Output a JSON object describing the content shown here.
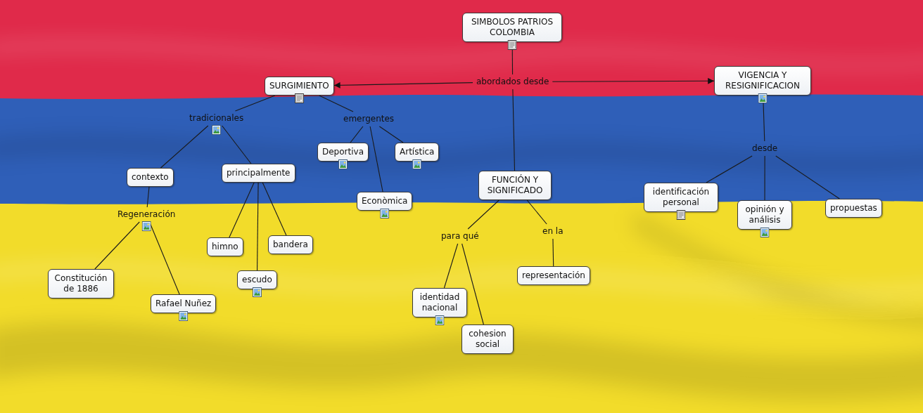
{
  "diagram": {
    "nodes": [
      {
        "text": [
          "SIMBOLOS PATRIOS COLOMBIA"
        ]
      },
      {
        "text": [
          "abordados desde"
        ]
      },
      {
        "text": [
          "SURGIMIENTO"
        ]
      },
      {
        "text": [
          "VIGENCIA Y RESIGNIFICACION"
        ]
      },
      {
        "text": [
          "tradicionales"
        ]
      },
      {
        "text": [
          "emergentes"
        ]
      },
      {
        "text": [
          "Deportiva"
        ]
      },
      {
        "text": [
          "Artística"
        ]
      },
      {
        "text": [
          "contexto"
        ]
      },
      {
        "text": [
          "principalmente"
        ]
      },
      {
        "text": [
          "FUNCIÓN Y SIGNIFICADO"
        ]
      },
      {
        "text": [
          "desde"
        ]
      },
      {
        "text": [
          "identificación personal"
        ]
      },
      {
        "text": [
          "Econòmica"
        ]
      },
      {
        "text": [
          "opinión y análisis"
        ]
      },
      {
        "text": [
          "propuestas"
        ]
      },
      {
        "text": [
          "Regeneración"
        ]
      },
      {
        "text": [
          "para qué"
        ]
      },
      {
        "text": [
          "en la"
        ]
      },
      {
        "text": [
          "himno"
        ]
      },
      {
        "text": [
          "bandera"
        ]
      },
      {
        "text": [
          "Constitución de 1886"
        ]
      },
      {
        "text": [
          "escudo"
        ]
      },
      {
        "text": [
          "representación"
        ]
      },
      {
        "text": [
          "identidad nacional"
        ]
      },
      {
        "text": [
          "Rafael Nuñez"
        ]
      },
      {
        "text": [
          "cohesion social"
        ]
      }
    ],
    "edges": [
      {
        "from": 0,
        "to": 1,
        "arrow": "none"
      },
      {
        "from": 1,
        "to": 2,
        "arrow": "to"
      },
      {
        "from": 1,
        "to": 3,
        "arrow": "to"
      },
      {
        "from": 1,
        "to": 10,
        "arrow": "none"
      },
      {
        "from": 2,
        "to": 4,
        "arrow": "none"
      },
      {
        "from": 2,
        "to": 5,
        "arrow": "none"
      },
      {
        "from": 4,
        "to": 8,
        "arrow": "none"
      },
      {
        "from": 4,
        "to": 9,
        "arrow": "none"
      },
      {
        "from": 5,
        "to": 6,
        "arrow": "none"
      },
      {
        "from": 5,
        "to": 7,
        "arrow": "none"
      },
      {
        "from": 5,
        "to": 13,
        "arrow": "none"
      },
      {
        "from": 8,
        "to": 16,
        "arrow": "none"
      },
      {
        "from": 16,
        "to": 21,
        "arrow": "none"
      },
      {
        "from": 16,
        "to": 25,
        "arrow": "none"
      },
      {
        "from": 9,
        "to": 19,
        "arrow": "none"
      },
      {
        "from": 9,
        "to": 22,
        "arrow": "none"
      },
      {
        "from": 9,
        "to": 20,
        "arrow": "none"
      },
      {
        "from": 10,
        "to": 17,
        "arrow": "none"
      },
      {
        "from": 10,
        "to": 18,
        "arrow": "none"
      },
      {
        "from": 17,
        "to": 24,
        "arrow": "none"
      },
      {
        "from": 17,
        "to": 26,
        "arrow": "none"
      },
      {
        "from": 18,
        "to": 23,
        "arrow": "none"
      },
      {
        "from": 3,
        "to": 11,
        "arrow": "none"
      },
      {
        "from": 11,
        "to": 12,
        "arrow": "none"
      },
      {
        "from": 11,
        "to": 14,
        "arrow": "none"
      },
      {
        "from": 11,
        "to": 15,
        "arrow": "none"
      }
    ]
  }
}
